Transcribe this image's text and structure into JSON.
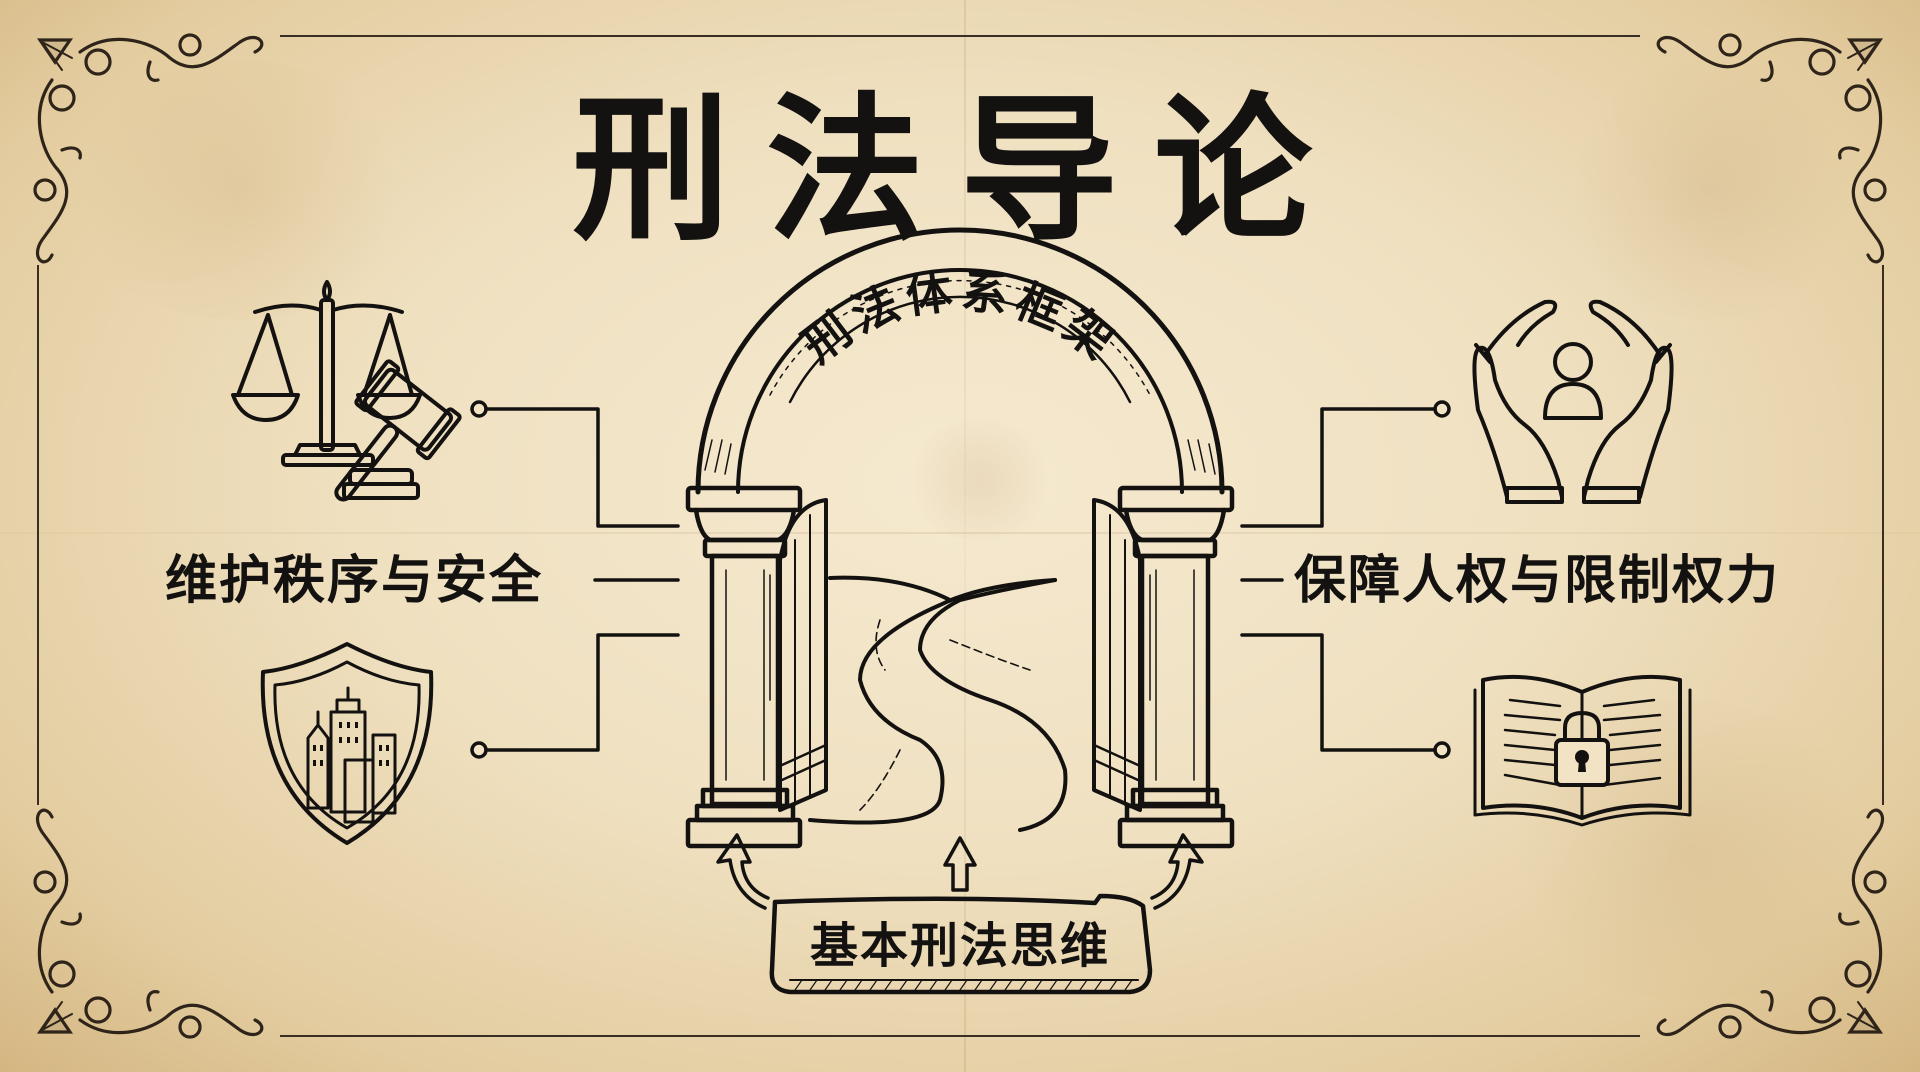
{
  "title": "刑法导论",
  "arch": {
    "banner": "刑法体系框架",
    "banner_chars": [
      "刑",
      "法",
      "体",
      "系",
      "框",
      "架"
    ]
  },
  "left": {
    "label": "维护秩序与安全",
    "icons": [
      "scales-and-gavel-icon",
      "city-shield-icon"
    ]
  },
  "right": {
    "label": "保障人权与限制权力",
    "icons": [
      "protecting-hands-person-icon",
      "book-with-padlock-icon"
    ]
  },
  "foundation": {
    "label": "基本刑法思维",
    "arrows": [
      "curved-arrow-left",
      "arrow-up-center",
      "curved-arrow-right"
    ]
  },
  "colors": {
    "ink": "#141210",
    "parchment": "#efe0c0",
    "parchment_edge": "#d4b682",
    "ornament": "#3a2e22"
  }
}
